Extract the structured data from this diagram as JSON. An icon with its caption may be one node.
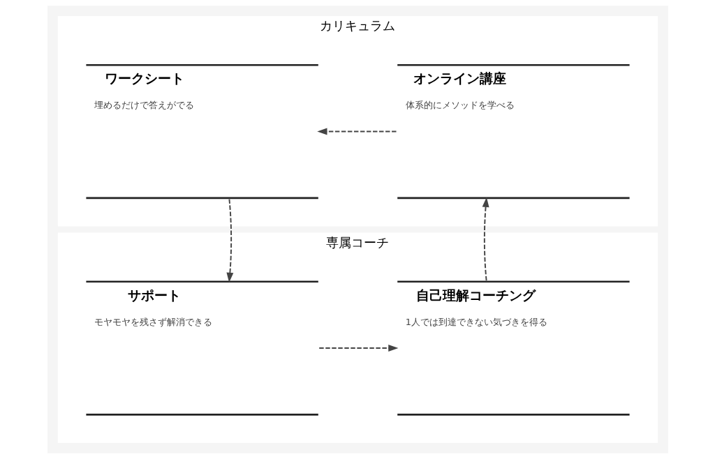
{
  "diagram": {
    "nodes": [
      {
        "text": [
          "カリキュラム"
        ]
      },
      {
        "text": [
          "オンライン講座",
          "体系的にメソッドを学べる"
        ],
        "in": 0
      },
      {
        "text": [
          "ワークシート",
          "埋めるだけで答えがでる"
        ],
        "in": 0
      },
      {
        "text": [
          "専属コーチ"
        ]
      },
      {
        "text": [
          "自己理解コーチング",
          "1人では到達できない気づきを得る"
        ],
        "in": 3
      },
      {
        "text": [
          "サポート",
          "モヤモヤを残さず解消できる"
        ],
        "in": 3
      }
    ],
    "edges": [
      {
        "from": 1,
        "to": 2,
        "arrow": "to",
        "style": "dashed"
      },
      {
        "from": 2,
        "to": 5,
        "arrow": "to",
        "style": "dashed"
      },
      {
        "from": 5,
        "to": 4,
        "arrow": "to",
        "style": "dashed"
      },
      {
        "from": 4,
        "to": 1,
        "arrow": "to",
        "style": "dashed"
      }
    ]
  }
}
